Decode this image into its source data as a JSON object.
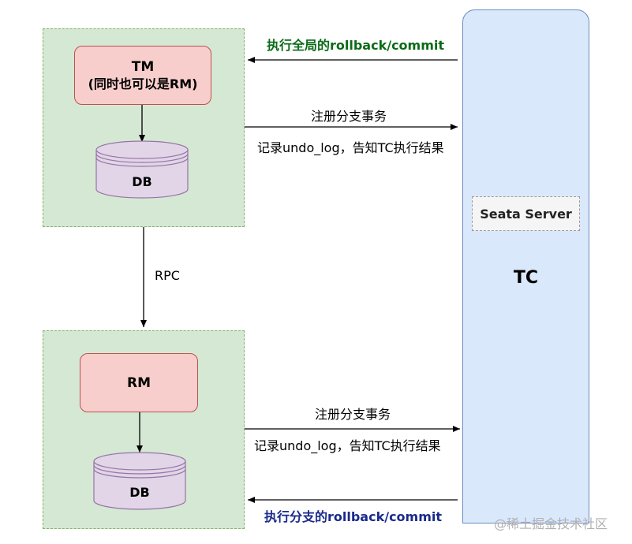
{
  "top_group": {
    "tm_title": "TM",
    "tm_subtitle": "(同时也可以是RM)",
    "db_label": "DB"
  },
  "bottom_group": {
    "rm_title": "RM",
    "db_label": "DB"
  },
  "rpc_label": "RPC",
  "tc": {
    "server_label": "Seata Server",
    "title": "TC"
  },
  "top_arrows": {
    "global_rollback": "执行全局的rollback/commit",
    "register_branch": "注册分支事务",
    "record_undo": "记录undo_log，告知TC执行结果"
  },
  "bottom_arrows": {
    "register_branch": "注册分支事务",
    "record_undo": "记录undo_log，告知TC执行结果",
    "branch_rollback": "执行分支的rollback/commit"
  },
  "watermark": "@稀土掘金技术社区",
  "colors": {
    "group_fill": "#d5e8d4",
    "node_fill": "#f8cecc",
    "db_fill": "#e1d5e7",
    "tc_fill": "#dae8fc",
    "label_green": "#0a6b17",
    "label_blue": "#1a2a8a"
  }
}
